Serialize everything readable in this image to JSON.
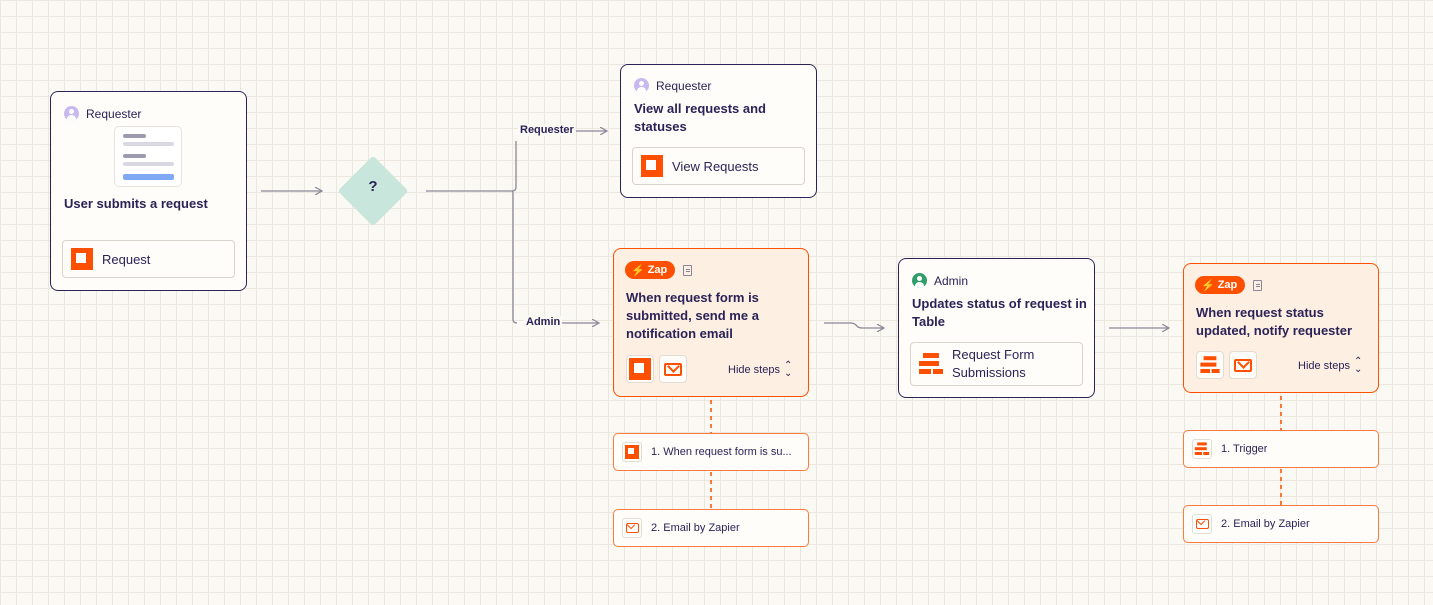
{
  "decision": {
    "symbol": "?"
  },
  "edges": {
    "requester_label": "Requester",
    "admin_label": "Admin"
  },
  "cards": {
    "submit": {
      "role": "Requester",
      "title": "User submits a request",
      "app_label": "Request",
      "app_icon": "interfaces-icon"
    },
    "view": {
      "role": "Requester",
      "title": "View all requests and statuses",
      "app_label": "View Requests",
      "app_icon": "interfaces-icon"
    },
    "zap_notify": {
      "badge": "Zap",
      "title": "When request form is submitted, send me a notification email",
      "hide_steps": "Hide steps",
      "steps": [
        {
          "label": "1. When request form is su...",
          "icon": "interfaces-icon"
        },
        {
          "label": "2. Email by Zapier",
          "icon": "email-icon"
        }
      ]
    },
    "admin": {
      "role": "Admin",
      "title": "Updates status of request in Table",
      "app_label": "Request Form Submissions",
      "app_icon": "tables-icon"
    },
    "zap_status": {
      "badge": "Zap",
      "title": "When request status updated, notify requester",
      "hide_steps": "Hide steps",
      "steps": [
        {
          "label": "1. Trigger",
          "icon": "tables-icon"
        },
        {
          "label": "2. Email by Zapier",
          "icon": "email-icon"
        }
      ]
    }
  },
  "colors": {
    "brand_orange": "#ff4f00",
    "ink": "#2b2358",
    "zap_bg": "#fdefe1",
    "decision": "#c9e6dc",
    "admin_avatar": "#2f9e68",
    "requester_avatar": "#c7b9ef"
  }
}
